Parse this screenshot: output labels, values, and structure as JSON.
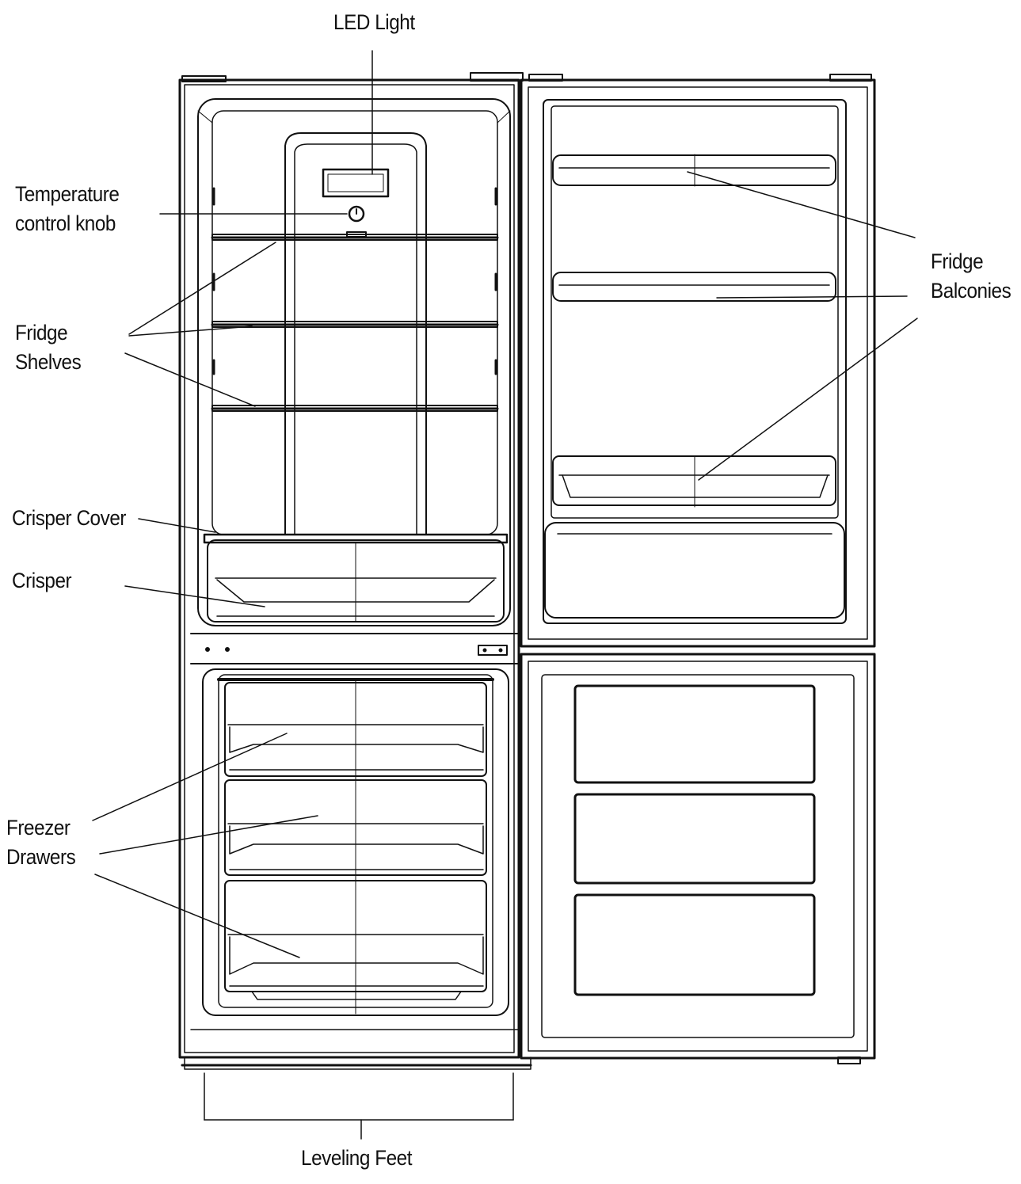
{
  "labels": {
    "led_light": "LED Light",
    "temperature_control_knob": [
      "Temperature",
      "control knob"
    ],
    "fridge_shelves": [
      "Fridge",
      "Shelves"
    ],
    "crisper_cover": "Crisper Cover",
    "crisper": "Crisper",
    "freezer_drawers": [
      "Freezer",
      "Drawers"
    ],
    "fridge_balconies": [
      "Fridge",
      "Balconies"
    ],
    "leveling_feet": "Leveling Feet"
  },
  "colors": {
    "line": "#111111",
    "background": "#ffffff"
  }
}
